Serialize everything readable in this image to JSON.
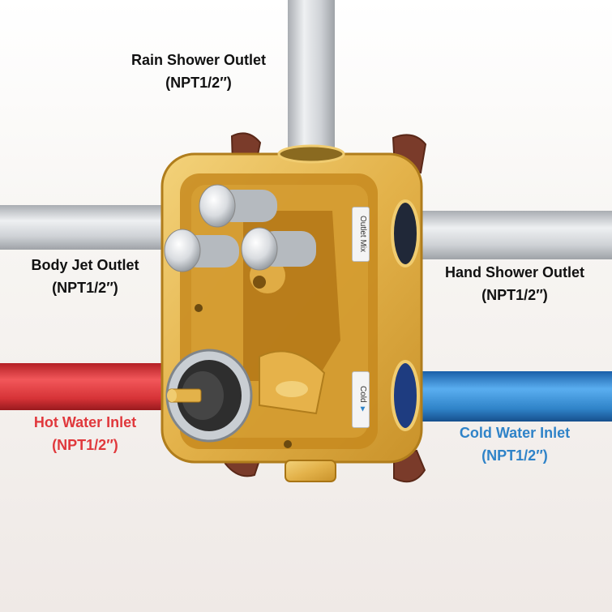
{
  "labels": {
    "rain_shower": {
      "name": "Rain Shower Outlet",
      "spec": "(NPT1/2″)"
    },
    "body_jet": {
      "name": "Body Jet Outlet",
      "spec": "(NPT1/2″)"
    },
    "hand_shower": {
      "name": "Hand Shower Outlet",
      "spec": "(NPT1/2″)"
    },
    "hot_inlet": {
      "name": "Hot Water Inlet",
      "spec": "(NPT1/2″)"
    },
    "cold_inlet": {
      "name": "Cold Water Inlet",
      "spec": "(NPT1/2″)"
    }
  },
  "valve_tags": {
    "outlet": "Outlet",
    "mix": "Mix",
    "cold": "Cold"
  },
  "colors": {
    "hot": "#e0383c",
    "cold": "#2f83c8",
    "text": "#111111",
    "brass": "#e6b64c",
    "pipe": "#c9ccd0"
  }
}
